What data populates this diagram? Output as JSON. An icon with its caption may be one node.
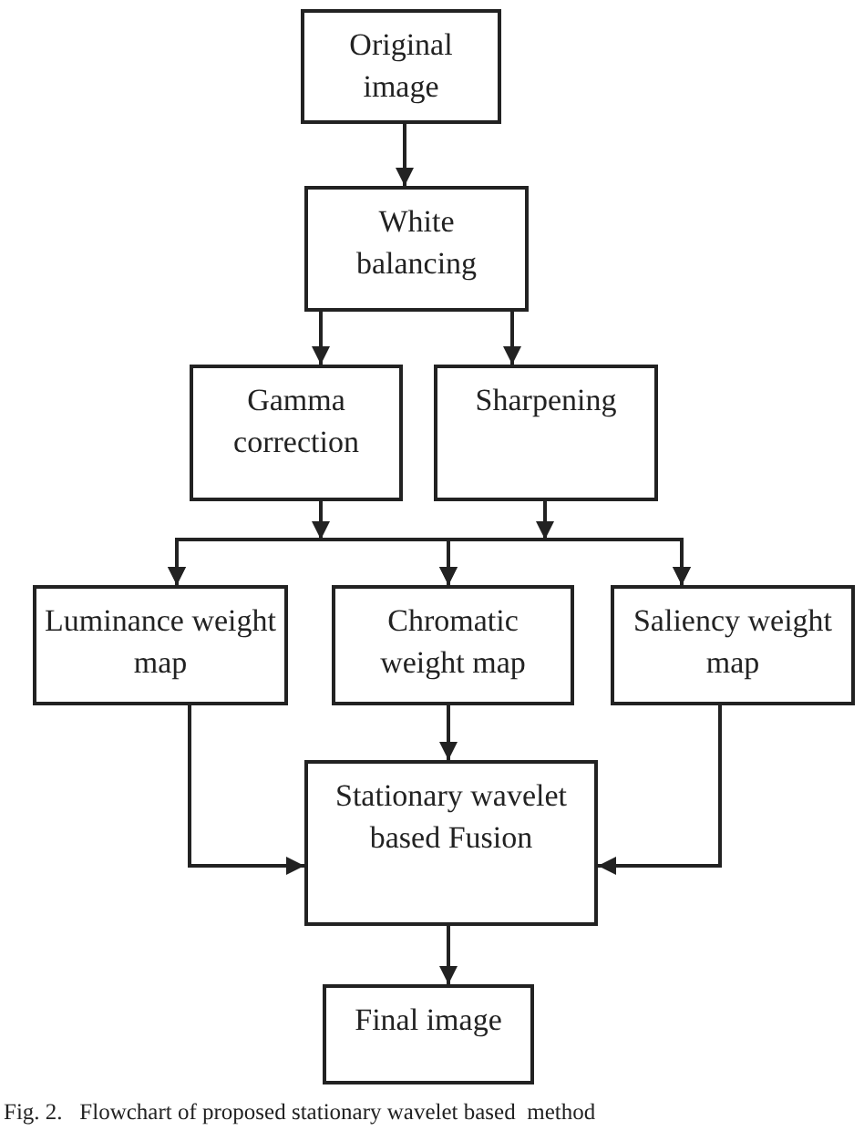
{
  "diagram": {
    "caption": "Fig. 2.   Flowchart of proposed stationary wavelet based  method",
    "nodes": [
      {
        "text": [
          "Original image"
        ]
      },
      {
        "text": [
          "White balancing"
        ]
      },
      {
        "text": [
          "Gamma correction"
        ]
      },
      {
        "text": [
          "Sharpening"
        ]
      },
      {
        "text": [
          "Luminance weight map"
        ]
      },
      {
        "text": [
          "Chromatic weight map"
        ]
      },
      {
        "text": [
          "Saliency weight map"
        ]
      },
      {
        "text": [
          "Stationary wavelet based Fusion"
        ]
      },
      {
        "text": [
          "Final image"
        ]
      }
    ],
    "edges": [
      {
        "from": 0,
        "to": 1,
        "arrow": "to"
      },
      {
        "from": 1,
        "to": 2,
        "arrow": "to"
      },
      {
        "from": 1,
        "to": 3,
        "arrow": "to"
      },
      {
        "from": 2,
        "to": 4,
        "arrow": "to"
      },
      {
        "from": 2,
        "to": 5,
        "arrow": "to"
      },
      {
        "from": 2,
        "to": 6,
        "arrow": "to"
      },
      {
        "from": 3,
        "to": 4,
        "arrow": "to"
      },
      {
        "from": 3,
        "to": 5,
        "arrow": "to"
      },
      {
        "from": 3,
        "to": 6,
        "arrow": "to"
      },
      {
        "from": 5,
        "to": 7,
        "arrow": "to"
      },
      {
        "from": 4,
        "to": 7,
        "arrow": "to"
      },
      {
        "from": 6,
        "to": 7,
        "arrow": "to"
      },
      {
        "from": 7,
        "to": 8,
        "arrow": "to"
      }
    ]
  }
}
